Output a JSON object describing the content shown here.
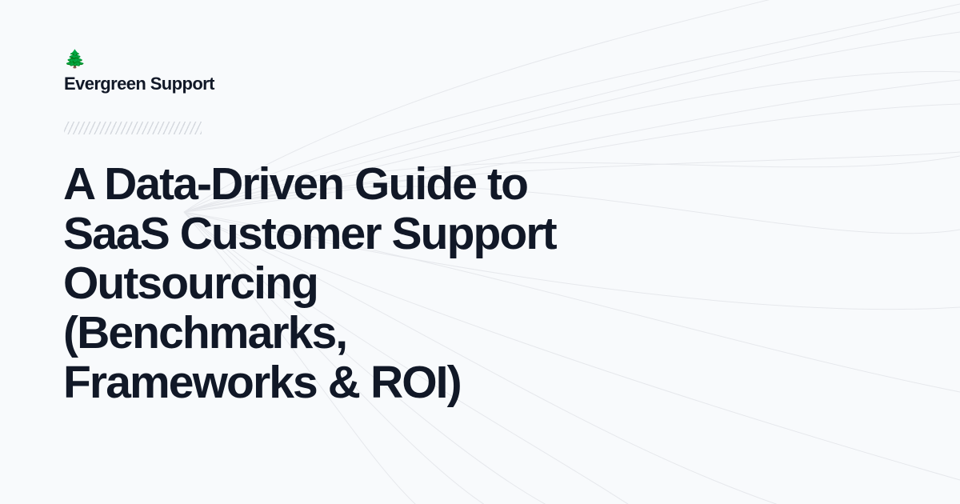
{
  "brand": {
    "icon": "🌲",
    "icon_name": "evergreen-tree-icon",
    "name": "Evergreen Support"
  },
  "separator": {
    "style": "diagonal-hatch",
    "color": "#d4d8de"
  },
  "title": {
    "full": "A Data-Driven Guide to SaaS Customer Support Outsourcing (Benchmarks, Frameworks & ROI)",
    "lines": [
      "A Data-Driven Guide to",
      "SaaS Customer Support",
      "Outsourcing",
      "(Benchmarks,",
      "Frameworks & ROI)"
    ]
  },
  "colors": {
    "background": "#f8fafc",
    "text": "#111827",
    "lines": "#e5e7eb"
  }
}
